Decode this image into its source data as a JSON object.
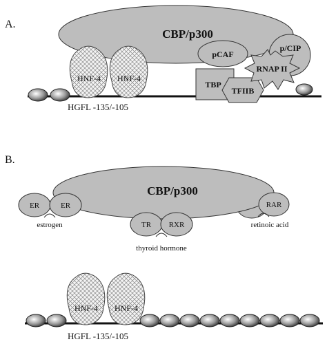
{
  "panel_a": {
    "label": "A.",
    "coactivator": "CBP/p300",
    "hnf4_left": "HNF-4",
    "hnf4_right": "HNF-4",
    "pcaf": "pCAF",
    "pcip": "p/CIP",
    "rnap": "RNAP II",
    "tbp": "TBP",
    "tfiib": "TFIIB",
    "promoter": "HGFL -135/-105"
  },
  "panel_b": {
    "label": "B.",
    "coactivator": "CBP/p300",
    "er_left": "ER",
    "er_right": "ER",
    "estrogen": "estrogen",
    "tr": "TR",
    "rxr": "RXR",
    "thyroid": "thyroid hormone",
    "rar": "RAR",
    "retinoic": "retinoic acid",
    "hnf4_left": "HNF-4",
    "hnf4_right": "HNF-4",
    "promoter": "HGFL -135/-105"
  },
  "colors": {
    "protein_fill": "#bdbdbd",
    "outline": "#333333",
    "dna": "#111111",
    "background": "#ffffff"
  }
}
